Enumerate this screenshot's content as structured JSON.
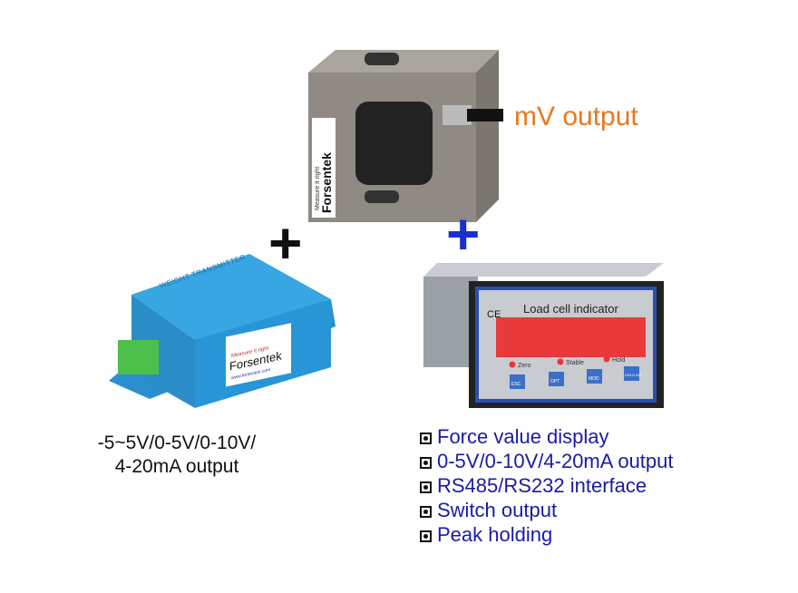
{
  "load_cell": {
    "brand": "Forsentek",
    "tagline": "Measure it right",
    "output_label": "mV output"
  },
  "operators": {
    "plus1": "+",
    "plus2": "+"
  },
  "transmitter": {
    "case_text": "WEIGHT TRANSMITTER",
    "brand": "Forsentek",
    "url": "www.forsentek.com",
    "label_lines": [
      "-5~5V/0-5V/0-10V/",
      "4-20mA output"
    ]
  },
  "indicator": {
    "title": "Load cell indicator",
    "ce": "CE",
    "leds": [
      "Zero",
      "Stable",
      "Hold"
    ],
    "buttons": [
      "ESC",
      "OPT",
      "MOD",
      "HOLD INT"
    ],
    "features": [
      "Force value display",
      "0-5V/0-10V/4-20mA output",
      "RS485/RS232 interface",
      "Switch output",
      "Peak holding"
    ]
  },
  "colors": {
    "mv_output": "#e8781e",
    "features": "#1a1aa8",
    "plus2": "#1a2fd0",
    "transmitter": "#2a9ad8",
    "display": "#e83a3a"
  }
}
